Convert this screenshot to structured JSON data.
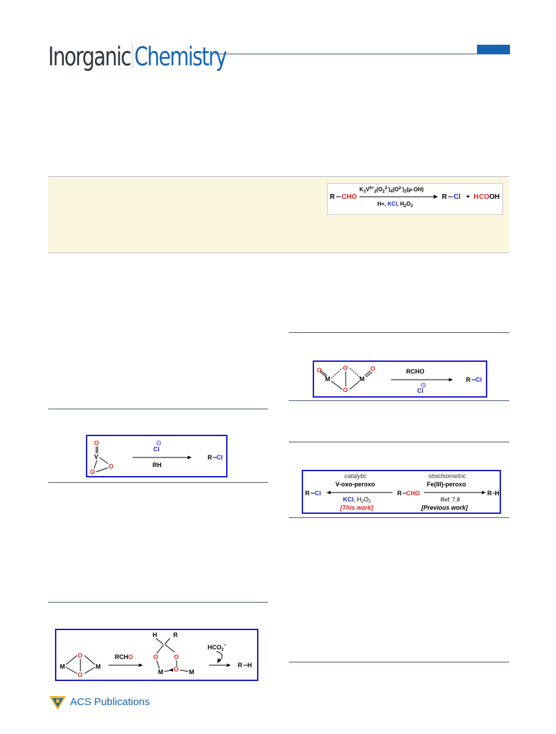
{
  "header": {
    "journal_word1": "Inorganic",
    "journal_word2": "Chemistry"
  },
  "toc_graphic": {
    "reactant_r": "R",
    "reactant_cho": "CHO",
    "catalyst_formula": "K3V5+2(O22-)4(O2-)2(μ-OH)",
    "conditions_h": "H+, ",
    "conditions_kcl": "KCl",
    "conditions_h2o2": ", H2O2",
    "product_r": "R",
    "product_cl": "Cl",
    "plus": "+",
    "byproduct_h": "H",
    "byproduct_coooh": "COOH"
  },
  "scheme_vanadium": {
    "o_top": "O",
    "v": "V",
    "o_right": "O",
    "o_bottom": "O",
    "reagent_top": "Cl",
    "reagent_bottom": "RH",
    "product": "R",
    "product_cl": "Cl"
  },
  "scheme_mu_peroxo": {
    "o1": "O",
    "o2": "O",
    "o3": "O",
    "o4": "O",
    "m1": "M",
    "m2": "M",
    "reagent_top": "RCHO",
    "reagent_bottom": "Cl",
    "product": "R",
    "product_cl": "Cl"
  },
  "scheme_comparison": {
    "left_label": "catalytic",
    "left_catalyst": "V-oxo-peroxo",
    "left_conditions": "KCl, H2O2",
    "left_tag": "[This work]",
    "right_label": "stoichiometric",
    "right_catalyst": "Fe(III)-peroxo",
    "right_ref": "Ref: 7,8",
    "right_tag": "[Previous work]",
    "product_left": "R",
    "product_left_cl": "Cl",
    "center_r": "R",
    "center_cho": "CHO",
    "product_right": "R",
    "product_right_h": "H"
  },
  "scheme_deformylation": {
    "m1": "M",
    "m2": "M",
    "m3": "M",
    "m4": "M",
    "o1": "O",
    "o2": "O",
    "o3": "O",
    "o4": "O",
    "reagent": "RCHO",
    "h_label": "H",
    "r_label": "R",
    "formate": "HCO2−",
    "product": "R",
    "product_h": "H"
  },
  "footer": {
    "publisher": "ACS Publications"
  },
  "colors": {
    "brand_blue": "#1565b0",
    "scheme_border": "#1b1bcc",
    "oxygen_red": "#e02020",
    "abstract_bg": "#fbf6de"
  }
}
